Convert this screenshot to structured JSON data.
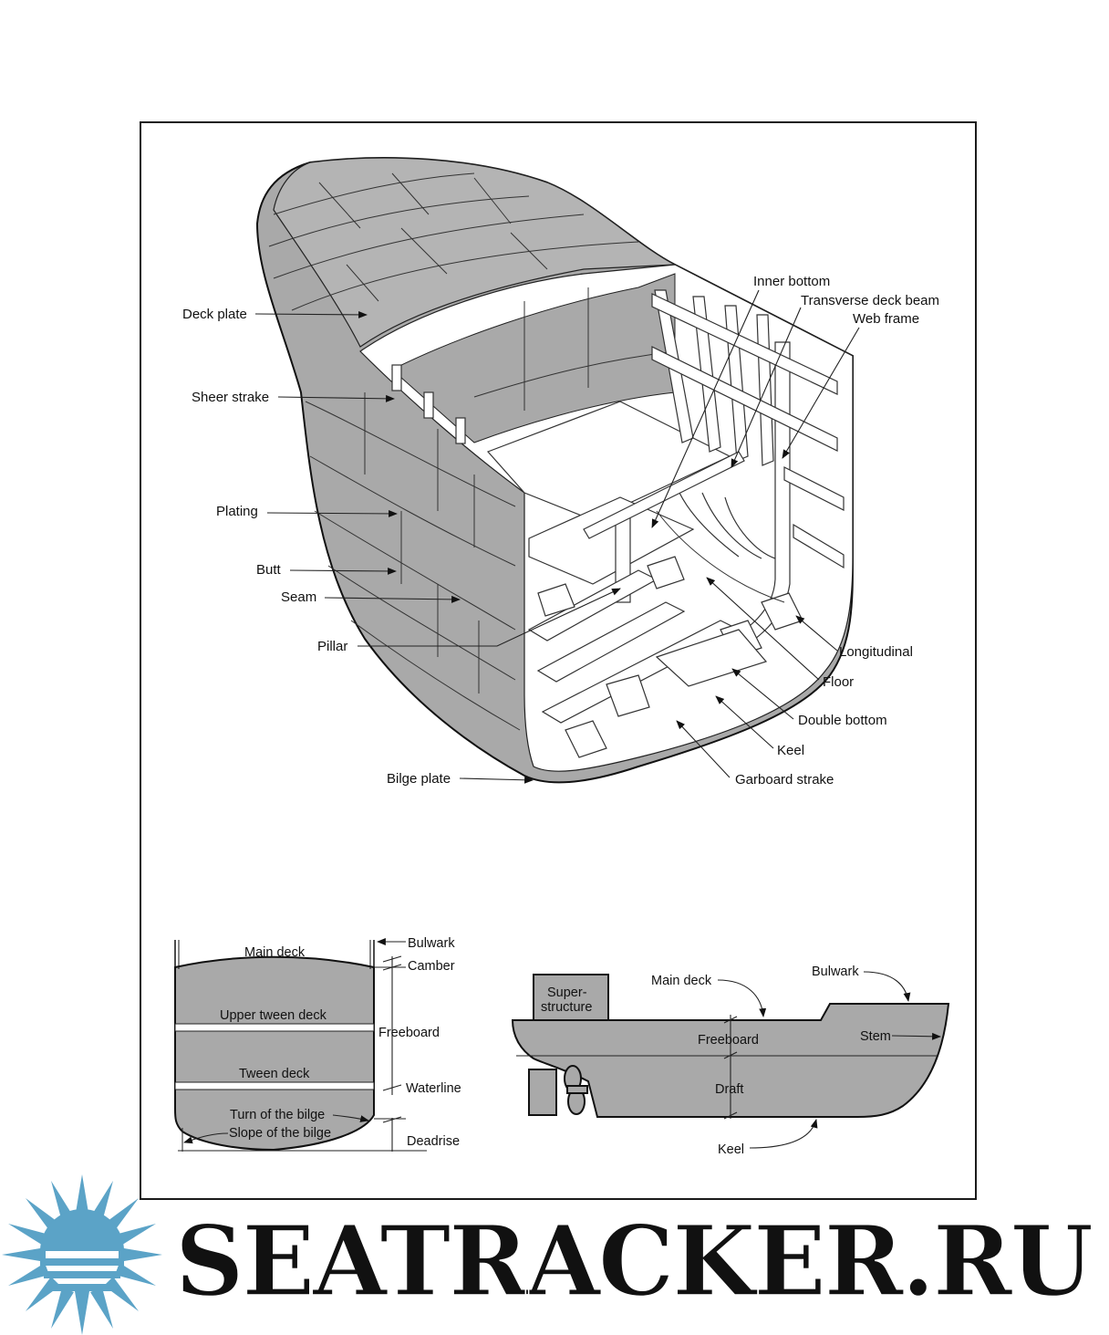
{
  "section_labels": {
    "deck_plate": "Deck plate",
    "sheer_strake": "Sheer strake",
    "plating": "Plating",
    "butt": "Butt",
    "seam": "Seam",
    "pillar": "Pillar",
    "bilge_plate": "Bilge plate",
    "inner_bottom": "Inner bottom",
    "transverse_deck_beam": "Transverse deck beam",
    "web_frame": "Web frame",
    "longitudinal": "Longitudinal",
    "floor": "Floor",
    "double_bottom": "Double bottom",
    "keel": "Keel",
    "garboard_strake": "Garboard  strake"
  },
  "cross_section": {
    "main_deck": "Main deck",
    "upper_tween_deck": "Upper tween deck",
    "tween_deck": "Tween deck",
    "turn_of_bilge": "Turn of the bilge",
    "slope_of_bilge": "Slope of the bilge",
    "bulwark": "Bulwark",
    "camber": "Camber",
    "freeboard": "Freeboard",
    "waterline": "Waterline",
    "deadrise": "Deadrise"
  },
  "profile": {
    "superstructure_line1": "Super-",
    "superstructure_line2": "structure",
    "main_deck": "Main deck",
    "bulwark": "Bulwark",
    "freeboard": "Freeboard",
    "stem": "Stem",
    "draft": "Draft",
    "keel": "Keel"
  },
  "watermark": {
    "text": "SEATRACKER.RU",
    "color": "#5ba3c7",
    "icon": "sun-icon"
  },
  "colors": {
    "hull_gray": "#a9a9a9",
    "line": "#111111"
  }
}
